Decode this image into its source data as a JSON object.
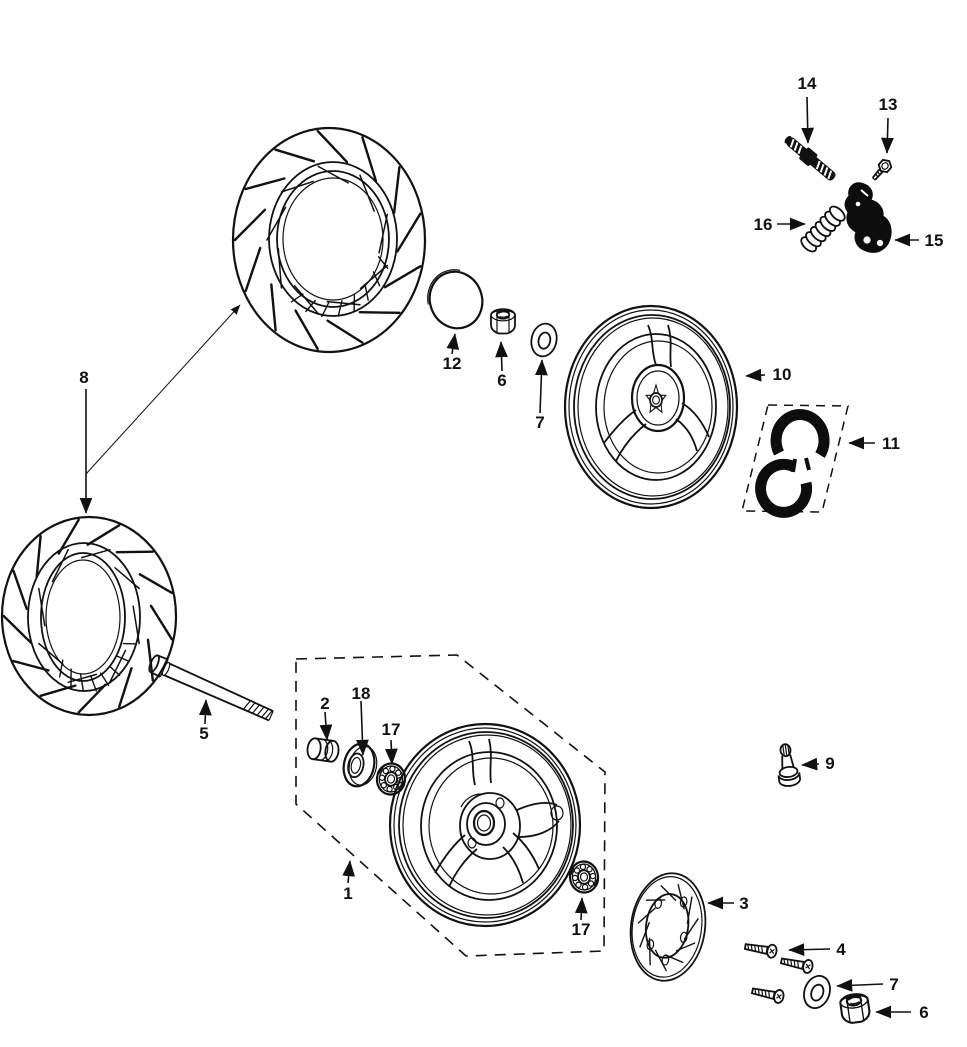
{
  "colors": {
    "ink": "#111111",
    "paper": "#ffffff"
  },
  "callouts": [
    "1",
    "2",
    "3",
    "4",
    "5",
    "6",
    "6",
    "7",
    "7",
    "8",
    "9",
    "10",
    "11",
    "12",
    "13",
    "14",
    "15",
    "16",
    "17",
    "17",
    "18"
  ]
}
